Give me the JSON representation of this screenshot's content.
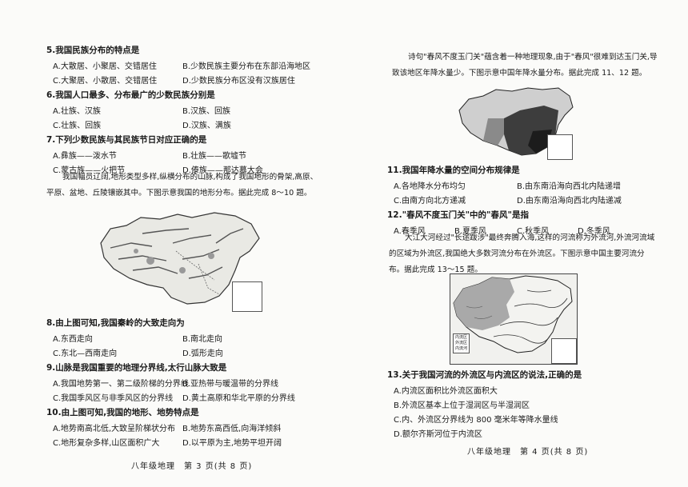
{
  "left": {
    "q5": {
      "stem": "5.我国民族分布的特点是",
      "a": "A.大散居、小聚居、交错居住",
      "b": "B.少数民族主要分布在东部沿海地区",
      "c": "C.大聚居、小散居、交错居住",
      "d": "D.少数民族分布区没有汉族居住"
    },
    "q6": {
      "stem": "6.我国人口最多、分布最广的少数民族分别是",
      "a": "A.壮族、汉族",
      "b": "B.汉族、回族",
      "c": "C.壮族、回族",
      "d": "D.汉族、满族"
    },
    "q7": {
      "stem": "7.下列少数民族与其民族节日对应正确的是",
      "a": "A.彝族——泼水节",
      "b": "B.壮族——歌墟节",
      "c": "C.蒙古族——火把节",
      "d": "D.傣族——那达慕大会"
    },
    "intro1": "我国幅员辽阔,地形类型多样,纵横分布的山脉,构成了我国地形的骨架,高原、平原、盆地、丘陵镶嵌其中。下图示意我国的地形分布。据此完成 8～10 题。",
    "q8": {
      "stem": "8.由上图可知,我国秦岭的大致走向为",
      "a": "A.东西走向",
      "b": "B.南北走向",
      "c": "C.东北—西南走向",
      "d": "D.弧形走向"
    },
    "q9": {
      "stem": "9.山脉是我国重要的地理分界线,太行山脉大致是",
      "a": "A.我国地势第一、第二级阶梯的分界线",
      "b": "B.亚热带与暖温带的分界线",
      "c": "C.我国季风区与非季风区的分界线",
      "d": "D.黄土高原和华北平原的分界线"
    },
    "q10": {
      "stem": "10.由上图可知,我国的地形、地势特点是",
      "a": "A.地势南高北低,大致呈阶梯状分布",
      "b": "B.地势东高西低,向海洋倾斜",
      "c": "C.地形复杂多样,山区面积广大",
      "d": "D.以平原为主,地势平坦开阔"
    },
    "footer": "八年级地理　第 3 页(共 8 页)"
  },
  "right": {
    "intro2": "诗句\"春风不度玉门关\"蕴含着一种地理现象,由于\"春风\"很难到达玉门关,导致该地区年降水量少。下图示意中国年降水量分布。据此完成 11、12 题。",
    "q11": {
      "stem": "11.我国年降水量的空间分布规律是",
      "a": "A.各地降水分布均匀",
      "b": "B.由东南沿海向西北内陆递增",
      "c": "C.由南方向北方递减",
      "d": "D.由东南沿海向西北内陆递减"
    },
    "q12": {
      "stem": "12.\"春风不度玉门关\"中的\"春风\"是指",
      "a": "A.春季风",
      "b": "B.夏季风",
      "c": "C.秋季风",
      "d": "D.冬季风"
    },
    "intro3": "大江大河经过\"长途跋涉\"最终奔腾入海,这样的河流称为外流河,外流河流域的区域为外流区,我国绝大多数河流分布在外流区。下图示意中国主要河流分布。据此完成 13～15 题。",
    "q13": {
      "stem": "13.关于我国河流的外流区与内流区的说法,正确的是",
      "a": "A.内流区面积比外流区面积大",
      "b": "B.外流区基本上位于湿润区与半湿润区",
      "c": "C.内、外流区分界线为 800 毫米年等降水量线",
      "d": "D.额尔齐斯河位于内流区"
    },
    "legend_rivers": [
      "内流区",
      "外流区",
      "内流河"
    ],
    "footer": "八年级地理　第 4 页(共 8 页)"
  }
}
